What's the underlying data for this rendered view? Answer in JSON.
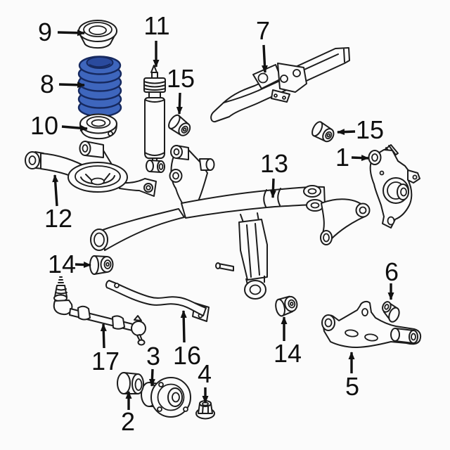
{
  "diagram": {
    "figure_type": "exploded-parts-diagram",
    "subject": "rear suspension assembly",
    "background_color": "#fbfbfb",
    "line_color": "#1c1c1c",
    "label_color": "#0f0f0f",
    "highlight": {
      "part_number": "8",
      "fill": "#3e66bd",
      "shade": "#2a4a9d",
      "outline": "#16295f"
    },
    "callouts": [
      {
        "number": "9",
        "part": "upper-spring-seat"
      },
      {
        "number": "8",
        "part": "coil-spring-highlighted"
      },
      {
        "number": "10",
        "part": "lower-spring-insulator"
      },
      {
        "number": "11",
        "part": "shock-absorber"
      },
      {
        "number": "15",
        "part": "bushing-upper-left"
      },
      {
        "number": "7",
        "part": "frame-bracket"
      },
      {
        "number": "15",
        "part": "bushing-right"
      },
      {
        "number": "1",
        "part": "wheel-knuckle"
      },
      {
        "number": "13",
        "part": "subframe-crossmember"
      },
      {
        "number": "12",
        "part": "lower-control-arm"
      },
      {
        "number": "14",
        "part": "bushing-left"
      },
      {
        "number": "17",
        "part": "toe-link"
      },
      {
        "number": "16",
        "part": "stabilizer-bar"
      },
      {
        "number": "3",
        "part": "wheel-hub"
      },
      {
        "number": "2",
        "part": "bushing-small"
      },
      {
        "number": "4",
        "part": "flange-nut"
      },
      {
        "number": "14",
        "part": "bushing-center"
      },
      {
        "number": "6",
        "part": "bushing-small-right"
      },
      {
        "number": "5",
        "part": "upper-control-arm"
      }
    ]
  }
}
